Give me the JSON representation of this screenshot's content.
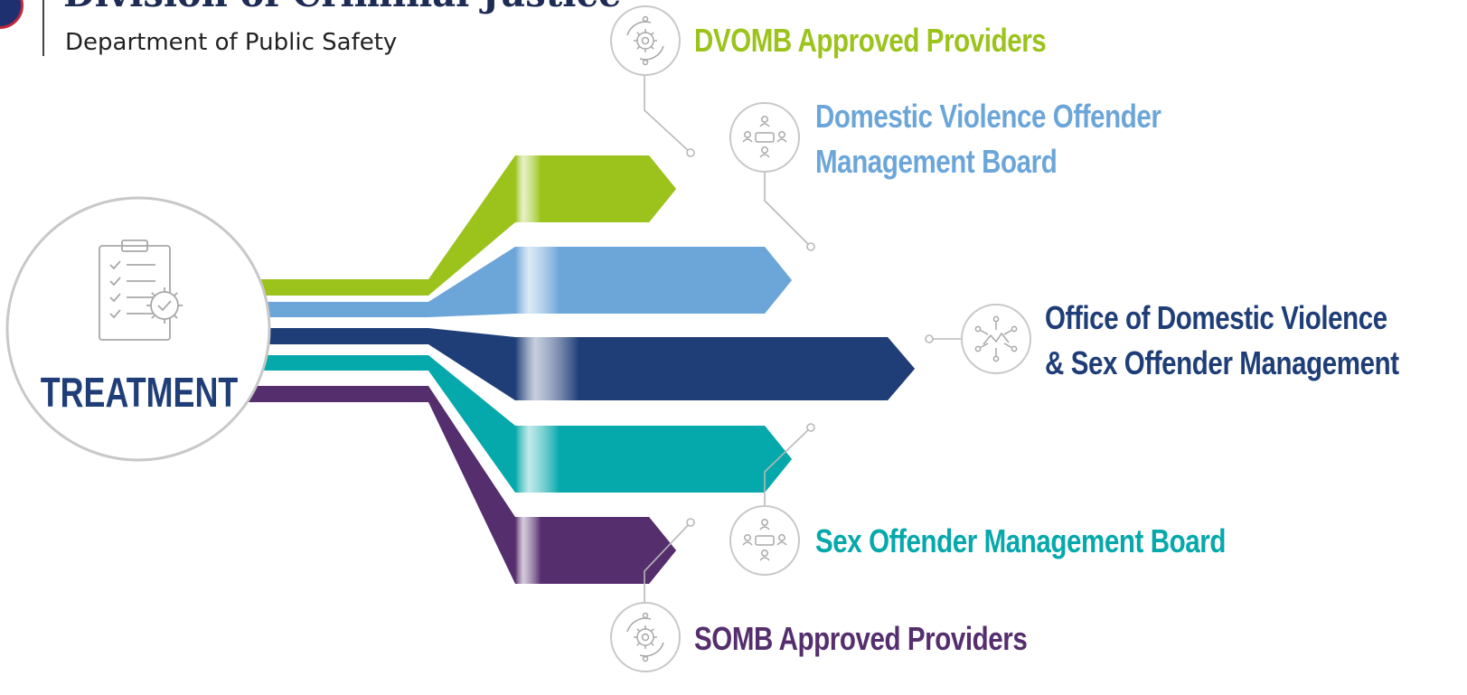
{
  "header": {
    "title": "Division of Criminal Justice",
    "subtitle": "Department of Public Safety"
  },
  "center": {
    "label": "TREATMENT",
    "icon": "clipboard-checklist-gear-icon"
  },
  "branches": [
    {
      "id": "dvomb-providers",
      "lines": [
        "DVOMB Approved Providers"
      ],
      "color": "#9bc31b",
      "icon": "gear-cycle-icon"
    },
    {
      "id": "dvomb",
      "lines": [
        "Domestic Violence Offender",
        "Management Board"
      ],
      "color": "#6ca6d9",
      "icon": "board-meeting-icon"
    },
    {
      "id": "odvsom",
      "lines": [
        "Office of Domestic Violence",
        "& Sex Offender Management"
      ],
      "color": "#1f3e78",
      "icon": "network-hub-icon"
    },
    {
      "id": "somb",
      "lines": [
        "Sex Offender Management Board"
      ],
      "color": "#05a8ab",
      "icon": "board-meeting-icon"
    },
    {
      "id": "somb-providers",
      "lines": [
        "SOMB Approved Providers"
      ],
      "color": "#552e6e",
      "icon": "gear-cycle-icon"
    }
  ],
  "colors": {
    "circle_border": "#c8c8c8",
    "icon_stroke": "#a8a8a8",
    "center_text": "#1f3e78",
    "connector": "#b8b8b8"
  }
}
